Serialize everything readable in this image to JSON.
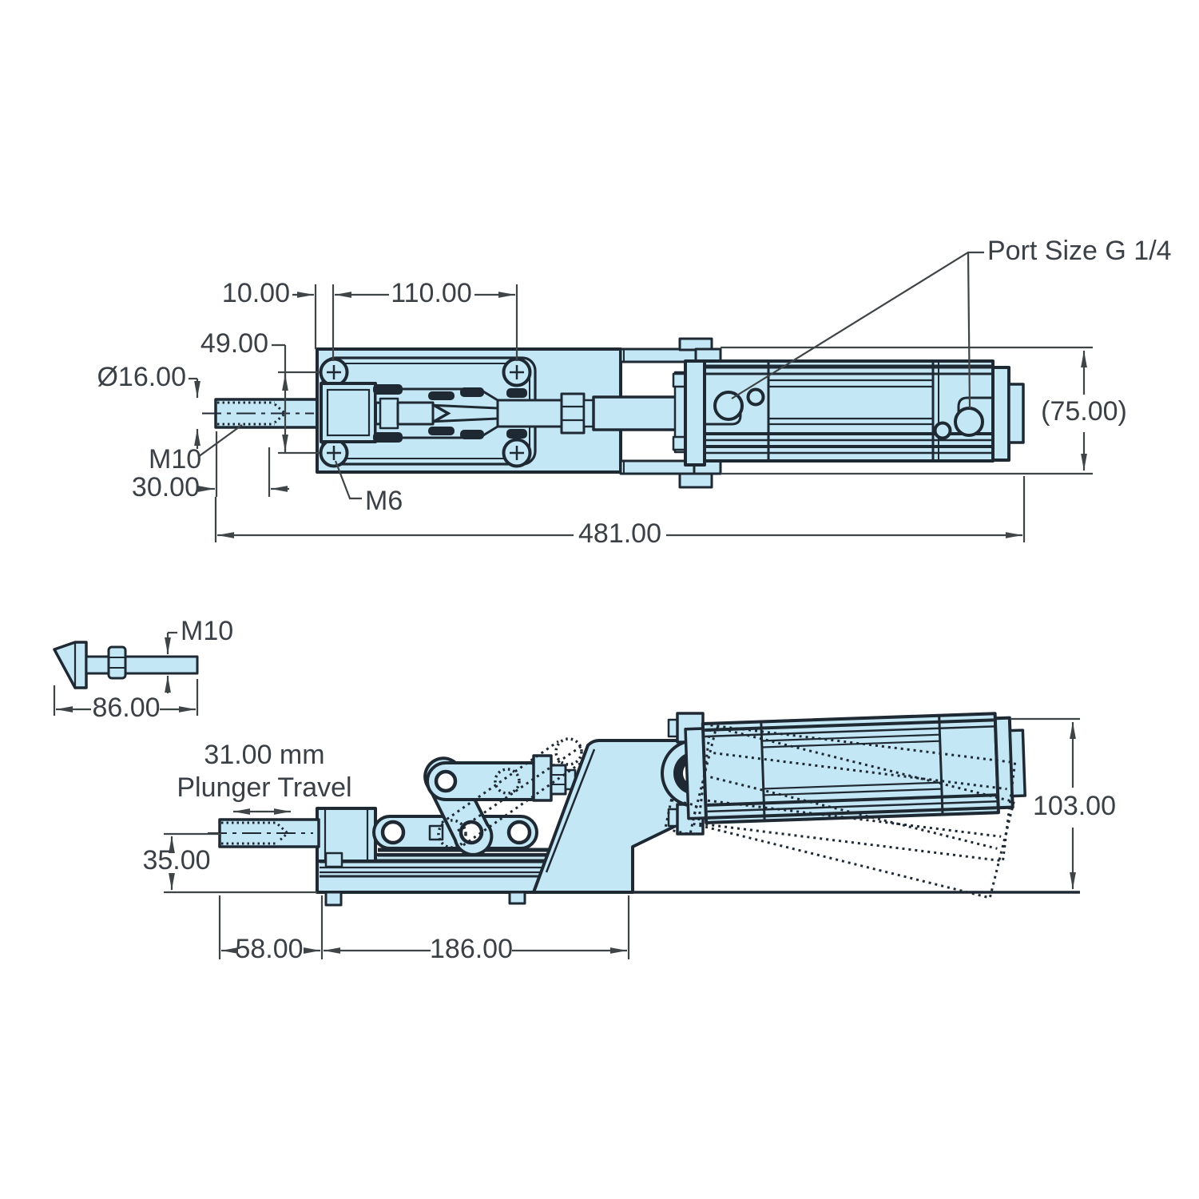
{
  "top_view": {
    "port_label": "Port Size G 1/4",
    "dims": {
      "plate_edge_to_screw": "10.00",
      "screw_spacing": "110.00",
      "screw_row_spacing": "49.00",
      "plunger_diameter": "Ø16.00",
      "plunger_thread": "M10",
      "thread_length": "30.00",
      "mount_screw_thread": "M6",
      "overall_length": "481.00",
      "body_height_ref": "(75.00)"
    }
  },
  "spindle_detail": {
    "thread": "M10",
    "length": "86.00"
  },
  "side_view": {
    "plunger_travel": {
      "value": "31.00 mm",
      "caption": "Plunger Travel"
    },
    "dims": {
      "centerline_height": "35.00",
      "front_overhang": "58.00",
      "base_length": "186.00",
      "open_height": "103.00"
    }
  },
  "colors": {
    "part_fill": "#c4e7f6",
    "outline": "#1f2933",
    "dimension_lines": "#3f4447",
    "background": "#ffffff"
  }
}
